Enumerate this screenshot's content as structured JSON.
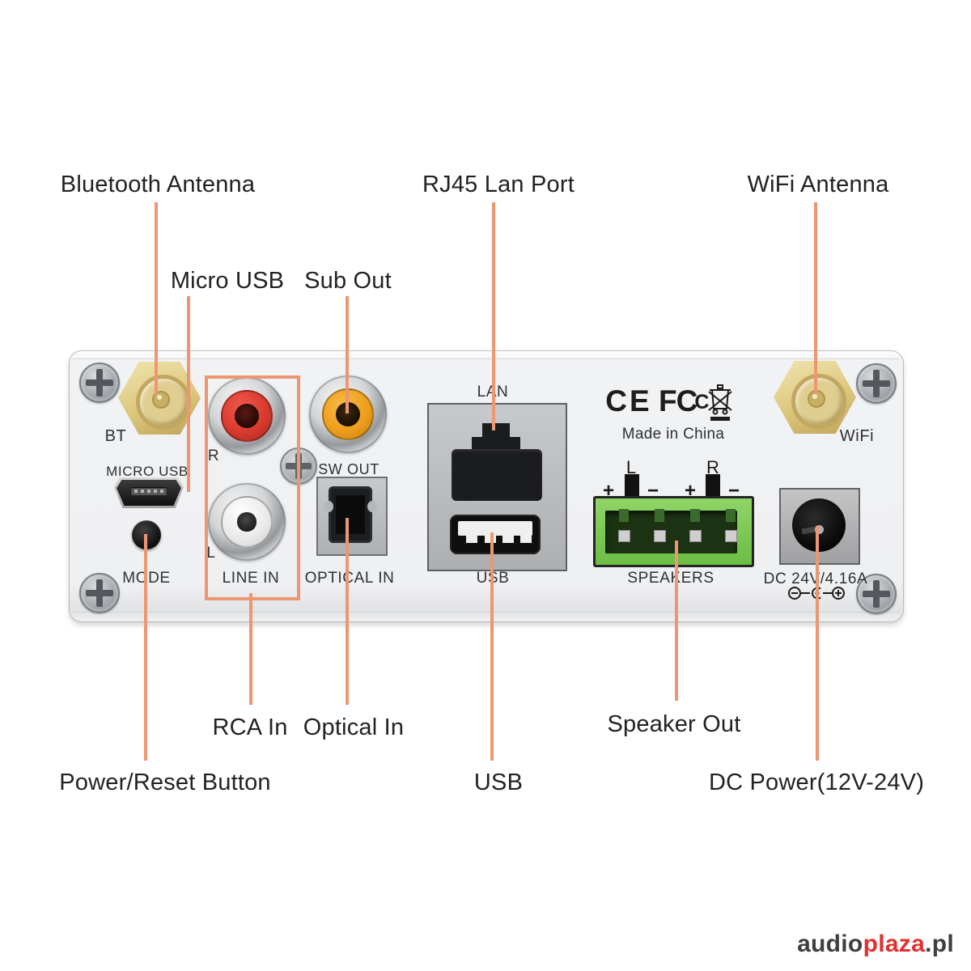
{
  "colors": {
    "leader_line": "#ED9672",
    "panel_face": "#F0F1F2",
    "antenna_gold": "#DCC77E",
    "rca_red": "#D93A2E",
    "rca_yellow": "#EE9F1C",
    "speaker_green": "#6CBD45",
    "watermark_red": "#E03131",
    "watermark_dark": "#3F3F3F"
  },
  "annotations": {
    "bluetooth": "Bluetooth Antenna",
    "micro_usb": "Micro USB",
    "sub_out": "Sub Out",
    "rj45": "RJ45 Lan Port",
    "wifi": "WiFi Antenna",
    "rca_in": "RCA In",
    "optical_in": "Optical In",
    "speaker_out": "Speaker Out",
    "power_reset": "Power/Reset Button",
    "usb": "USB",
    "dc_power": "DC Power(12V-24V)"
  },
  "panel": {
    "bt": "BT",
    "wifi": "WiFi",
    "micro_usb": "MICRO USB",
    "mode": "MODE",
    "rca_r": "R",
    "rca_l": "L",
    "line_in": "LINE IN",
    "sw_out": "SW OUT",
    "optical_in": "OPTICAL IN",
    "lan": "LAN",
    "usb": "USB",
    "made_in": "Made in China",
    "speakers": "SPEAKERS",
    "spk_l": "L",
    "spk_r": "R",
    "plus": "+",
    "minus": "−",
    "dc_rating": "DC 24V/4.16A",
    "ce": "CE",
    "fcc_main": "FC",
    "fcc_small": "C"
  },
  "watermark": {
    "part1": "audio",
    "part2": "plaza",
    "part3": ".pl"
  }
}
